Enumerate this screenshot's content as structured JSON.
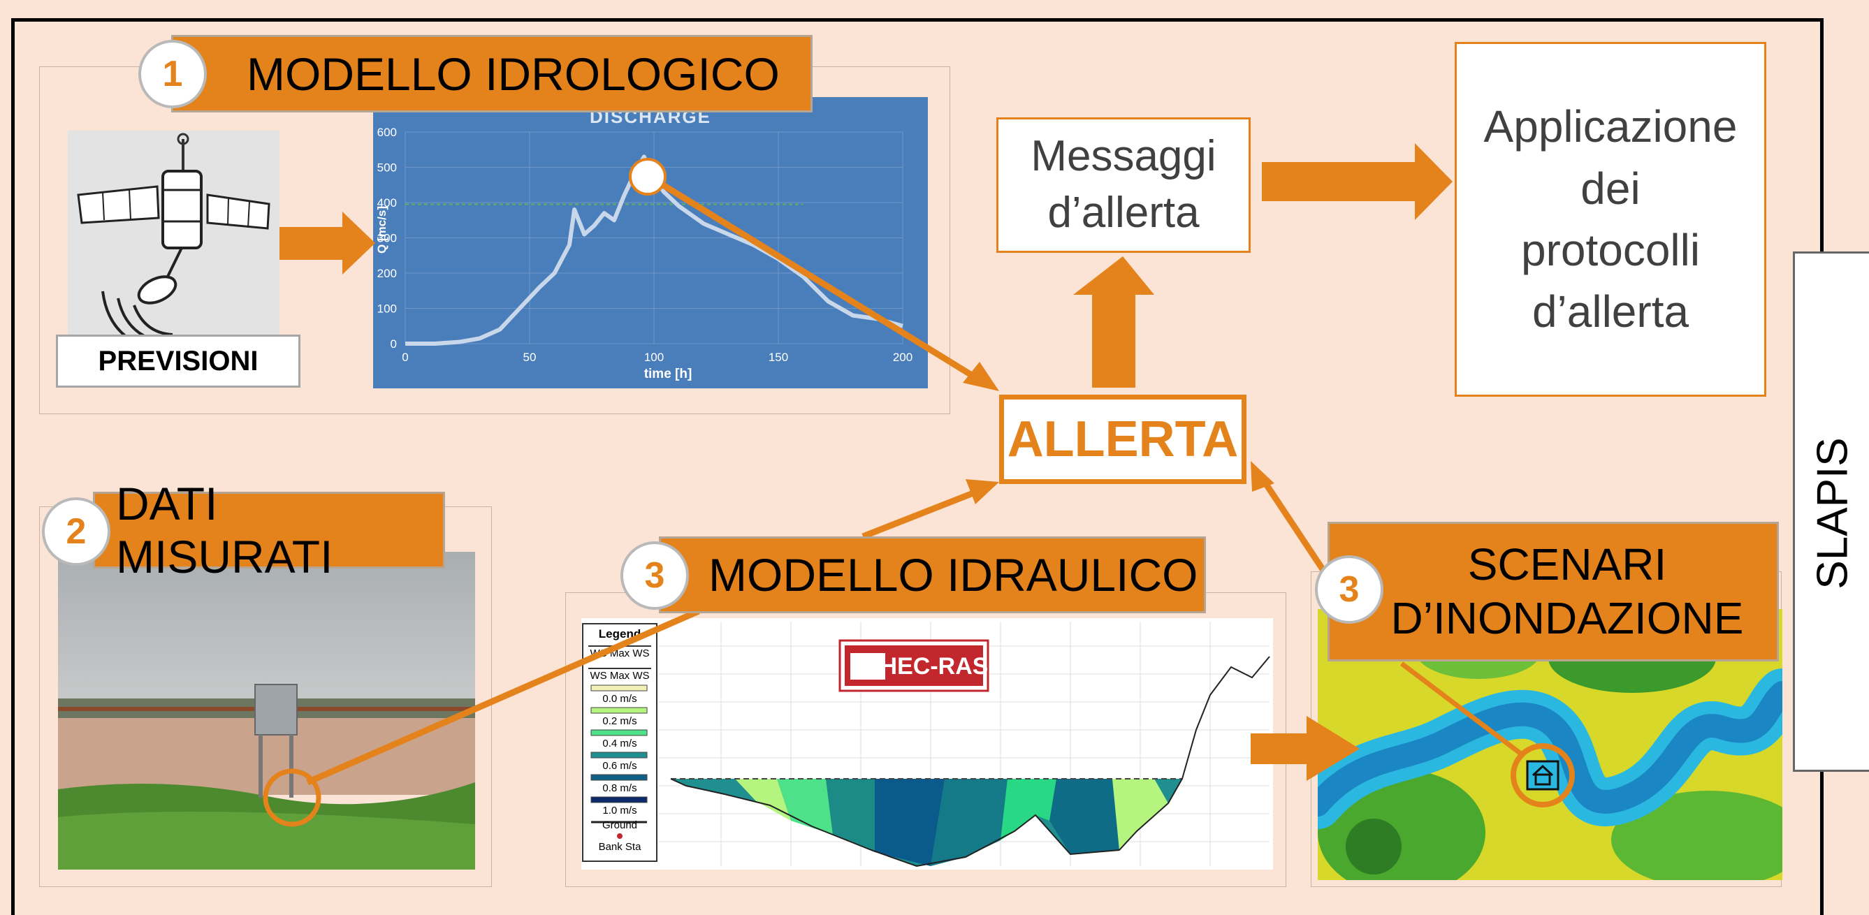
{
  "colors": {
    "accent": "#e4821b",
    "background": "#fbe4d5",
    "chart_bg": "#4a7ebb"
  },
  "hydro": {
    "number": "1",
    "title": "MODELLO IDROLOGICO",
    "forecast_label": "PREVISIONI"
  },
  "measured": {
    "number": "2",
    "title": "DATI MISURATI"
  },
  "hydraulic": {
    "number": "3",
    "title": "MODELLO IDRAULICO",
    "logo_text": "HEC-RAS",
    "legend_title": "Legend",
    "legend": [
      "WS Max WS",
      "WS Max WS",
      "0.0 m/s",
      "0.2 m/s",
      "0.4 m/s",
      "0.6 m/s",
      "0.8 m/s",
      "1.0 m/s",
      "Ground",
      "Bank Sta"
    ]
  },
  "flood": {
    "number": "3",
    "title_line1": "SCENARI",
    "title_line2": "D’INONDAZIONE"
  },
  "alert": {
    "label": "ALLERTA"
  },
  "messages": {
    "line1": "Messaggi",
    "line2": "d’allerta"
  },
  "protocols": {
    "line1": "Applicazione",
    "line2": "dei",
    "line3": "protocolli",
    "line4": "d’allerta"
  },
  "side_label": "SLAPIS",
  "chart_data": {
    "type": "line",
    "title": "DISCHARGE",
    "xlabel": "time [h]",
    "ylabel": "Q [mc/s]",
    "xlim": [
      0,
      200
    ],
    "ylim": [
      0,
      600
    ],
    "x_ticks": [
      0,
      50,
      100,
      150,
      200
    ],
    "y_ticks": [
      0,
      100,
      200,
      300,
      400,
      500,
      600
    ],
    "threshold": 395,
    "grid": true,
    "x": [
      0,
      12,
      22,
      30,
      38,
      46,
      54,
      60,
      66,
      68,
      72,
      76,
      80,
      84,
      88,
      92,
      96,
      100,
      104,
      110,
      120,
      130,
      140,
      150,
      160,
      170,
      180,
      190,
      200
    ],
    "values": [
      0,
      0,
      5,
      15,
      40,
      100,
      160,
      200,
      280,
      380,
      310,
      335,
      370,
      350,
      420,
      480,
      530,
      470,
      430,
      390,
      340,
      310,
      280,
      240,
      190,
      120,
      80,
      70,
      50
    ]
  }
}
